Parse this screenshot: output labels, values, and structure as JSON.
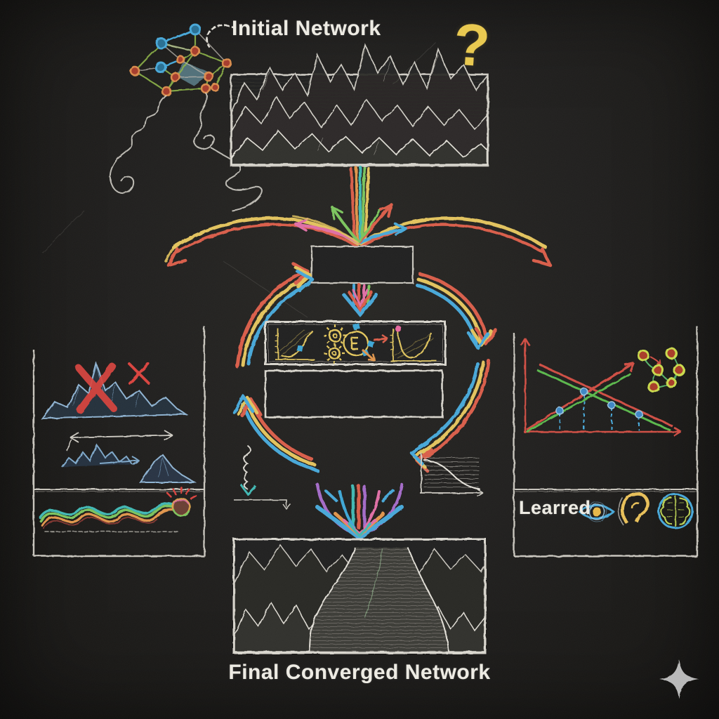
{
  "labels": {
    "initial_network": "Initial Network",
    "final_network": "Final Converged Network",
    "learned": "Learred",
    "question_mark": "?"
  },
  "diagram": {
    "top": {
      "sketch": "initial-network-graph-icon",
      "landscape_box": "rough mountainous loss landscape sketch",
      "annotation": "question-mark-icon"
    },
    "center": {
      "fan_arrows": "multicolor arrows fanning from landscape into aggregation box",
      "aggregation_box": "empty chalk box",
      "loop": "circular multicolor training-loop arrows (red, yellow, blue)",
      "steps_box_icons": [
        "gradient-descent-chart-icon",
        "optimizer-gears-icon",
        "function-flow-circle-icon",
        "loss-curve-chart-icon"
      ],
      "empty_box": "empty chalk box",
      "side_sketches": [
        "damped-oscillation-convergence-sketch",
        "descending-loss-curve-chart-sketch"
      ],
      "converging_arrows": "purple, blue, teal, red, orange and pink arrows converging downward"
    },
    "left_panel": {
      "crossed_out_peak": "blue sharp peak crossed out with red X",
      "small_x": "red-x-icon",
      "range_arrow": "double-headed arrow over shrinking peaks",
      "smooth_strip": "interwoven green, orange and teal signal waves ending in glowing ball"
    },
    "right_panel": {
      "chart": {
        "type": "line",
        "series": [
          {
            "name": "descending red line",
            "trend": "decreasing"
          },
          {
            "name": "descending green line",
            "trend": "decreasing"
          },
          {
            "name": "ascending red arrow",
            "trend": "increasing"
          },
          {
            "name": "ascending green line",
            "trend": "increasing"
          }
        ],
        "markers": "four blue dots with blue dashed drop lines",
        "axes": "red chalk axes, no tick labels"
      },
      "mini_network": "small network of red nodes with yellow rings",
      "strip_label": "Learred",
      "strip_icons": [
        "eye-icon",
        "ear-icon",
        "brain-icon"
      ]
    },
    "bottom": {
      "landscape_box": "converged landscape with smooth winding valley path",
      "caption": "Final Converged Network",
      "sparkle": "sparkle-icon"
    }
  },
  "colors": {
    "board": "#21201d",
    "chalk_white": "#e6e3db",
    "chalk_red": "#d95f4c",
    "chalk_yellow": "#e2c35e",
    "chalk_green": "#7cc45e",
    "chalk_blue": "#4aa8d8",
    "chalk_teal": "#43b8b4",
    "chalk_pink": "#df6fa5",
    "chalk_purple": "#a46cc8",
    "chalk_orange": "#e0964e"
  }
}
